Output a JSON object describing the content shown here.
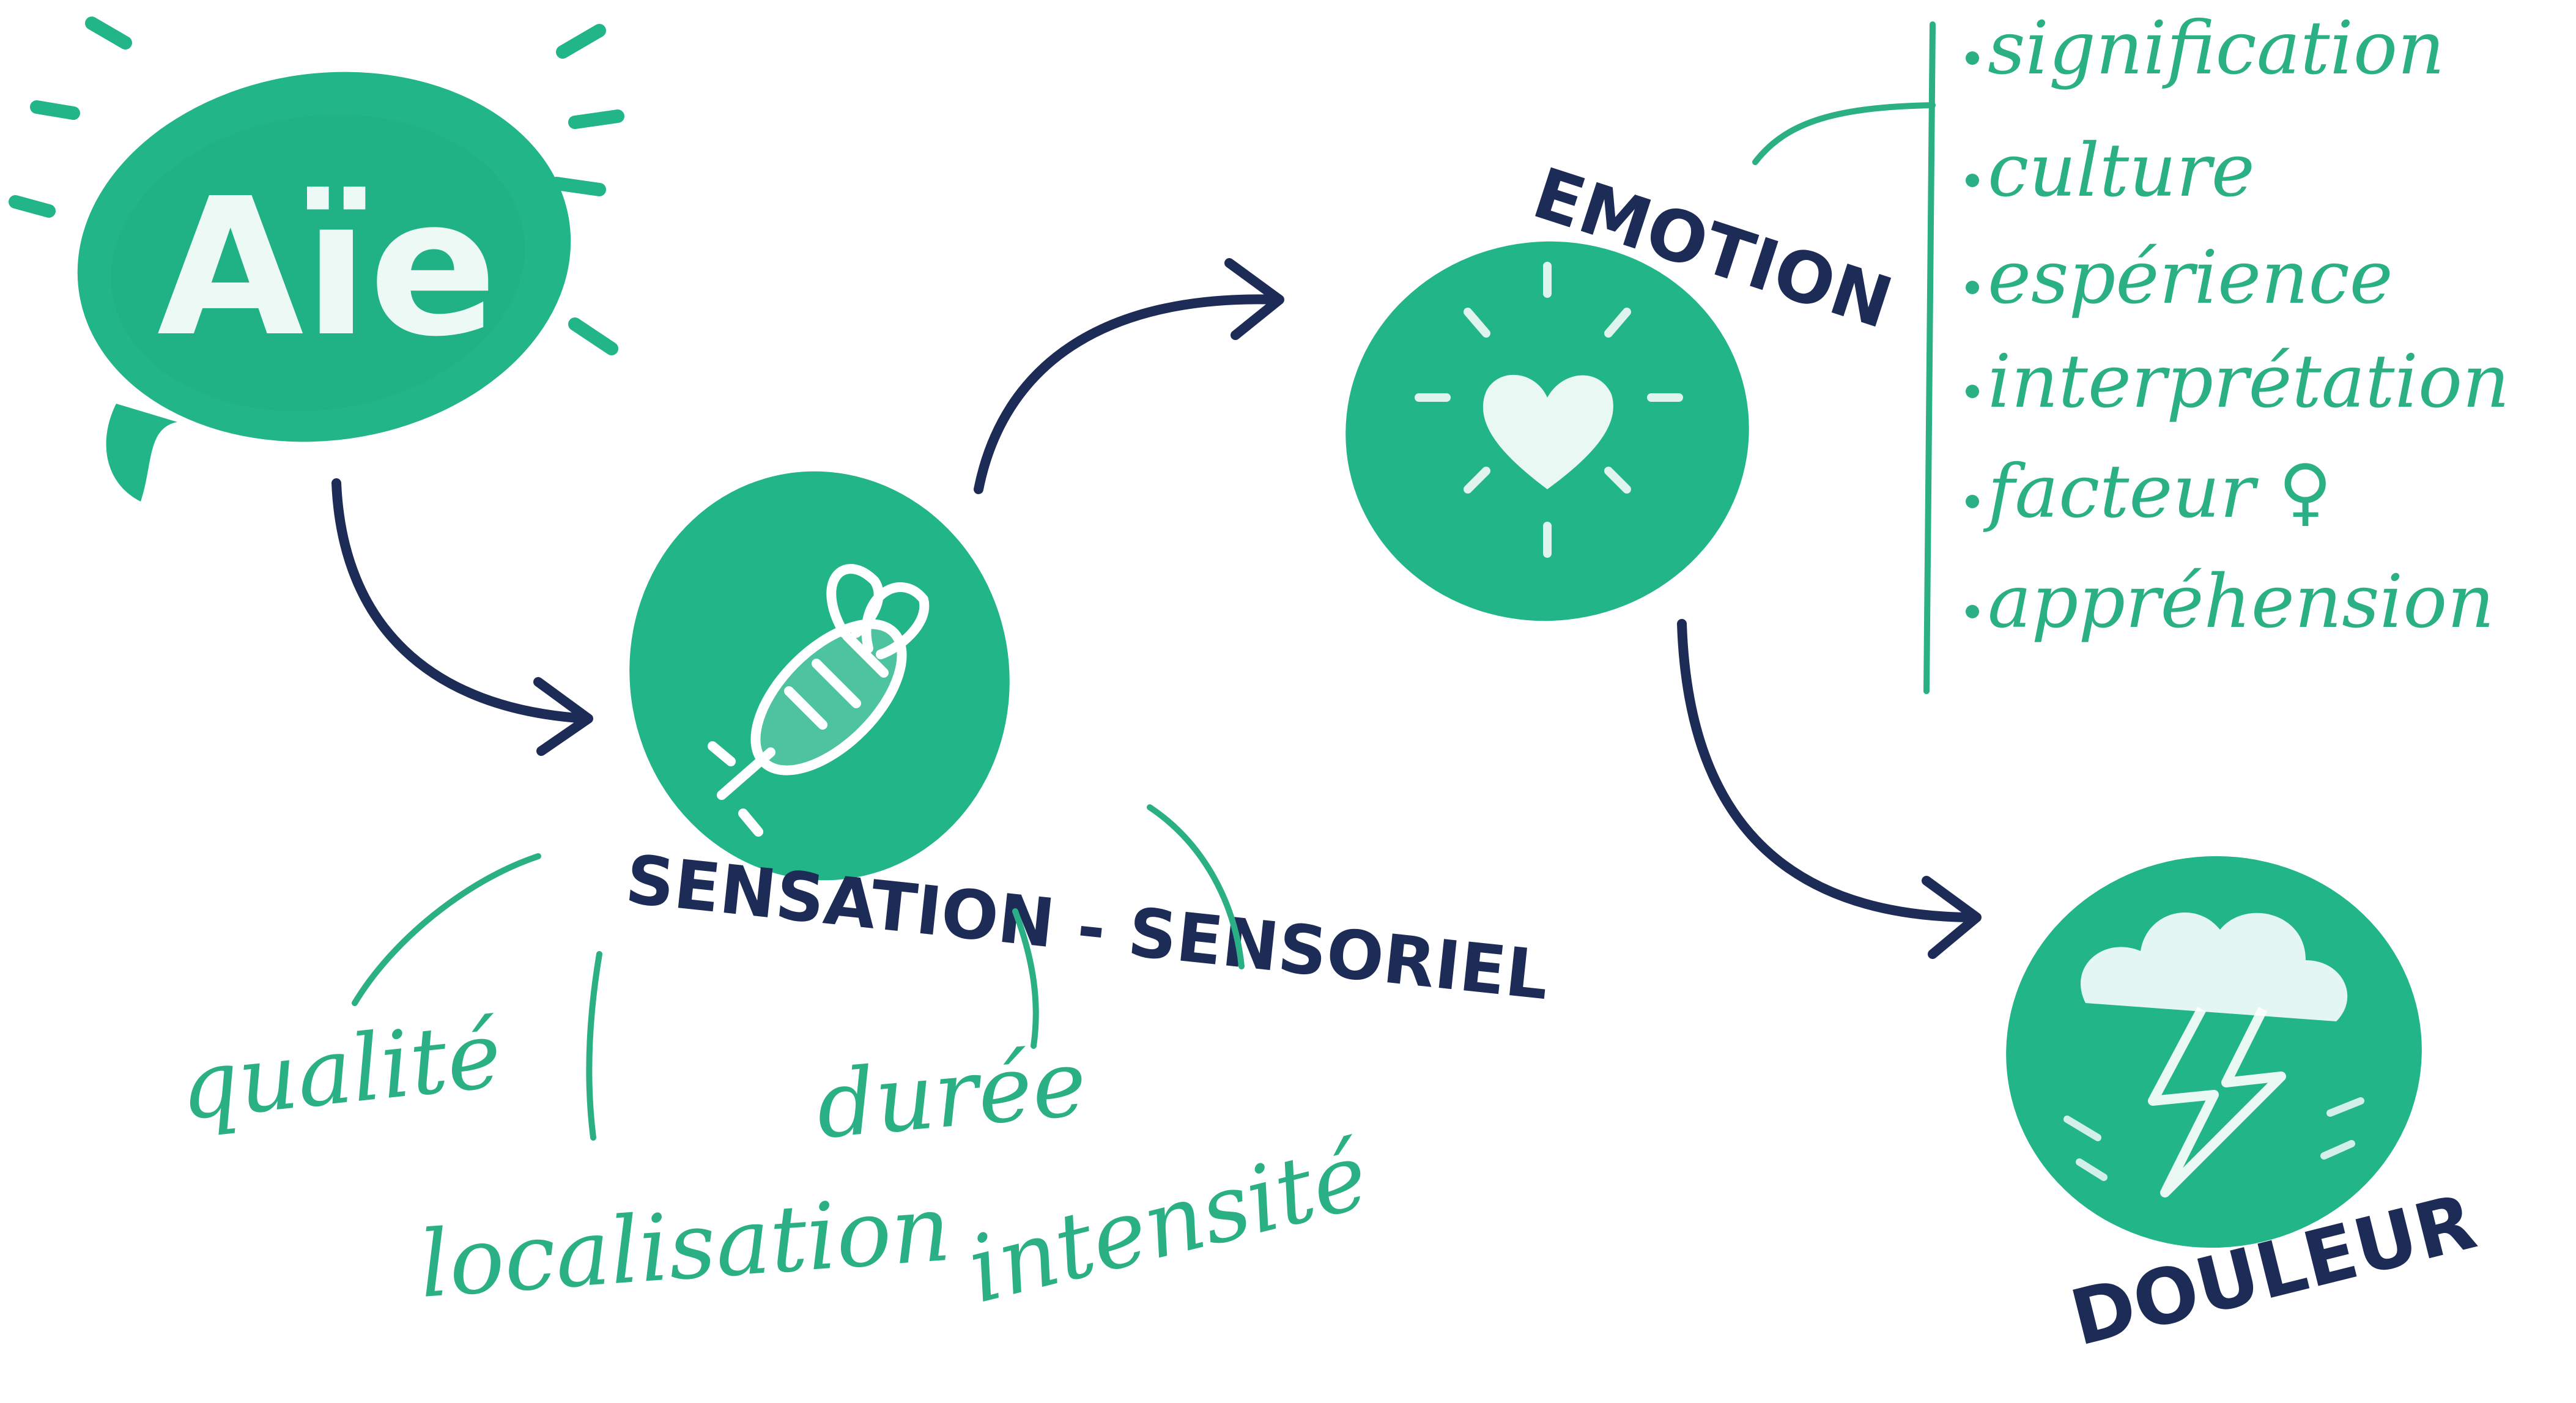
{
  "colors": {
    "green": "#21b588",
    "green_dark": "#199a72",
    "navy": "#1d2b57",
    "text_green": "#2bb085",
    "white": "#ffffff"
  },
  "nodes": {
    "aie": {
      "label": "Aïe",
      "icon": "speech-bubble-icon"
    },
    "sensation": {
      "label": "SENSATION - SENSORIEL",
      "icon": "bee-icon"
    },
    "emotion": {
      "label": "EMOTION",
      "icon": "heart-icon"
    },
    "douleur": {
      "label": "DOULEUR",
      "icon": "storm-cloud-icon"
    }
  },
  "sensation_branches": [
    "qualité",
    "localisation",
    "durée",
    "intensité"
  ],
  "emotion_factors": [
    "signification",
    "culture",
    "espérience",
    "interprétation",
    "facteur ♀",
    "appréhension"
  ]
}
